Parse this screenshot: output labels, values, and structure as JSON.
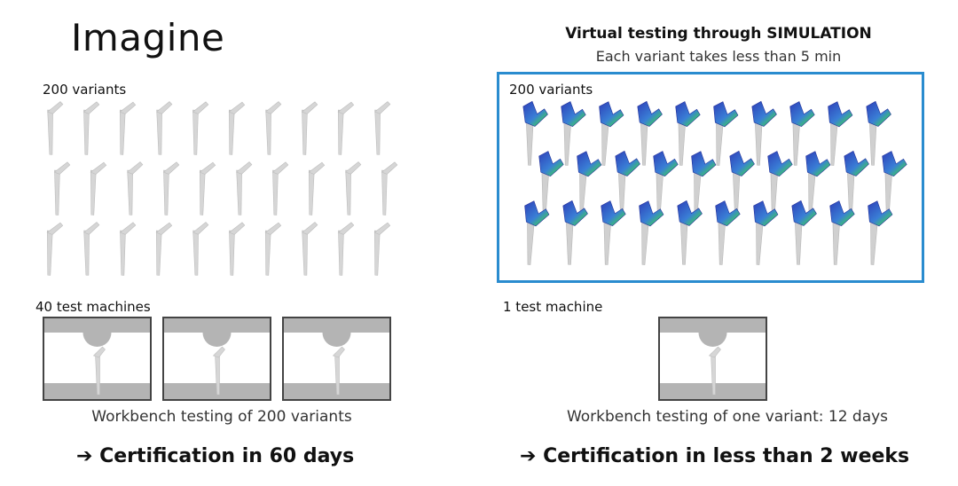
{
  "left": {
    "title": "Imagine",
    "variants_label": "200 variants",
    "machines_label": "40 test machines",
    "caption": "Workbench testing of 200 variants",
    "conclusion": "➔ Certification in 60 days",
    "implant_grid": {
      "rows": 3,
      "cols": 10
    },
    "machine_count_shown": 3
  },
  "right": {
    "title": "Virtual testing through SIMULATION",
    "subtitle": "Each variant takes less than 5 min",
    "variants_label": "200 variants",
    "machines_label": "1 test machine",
    "caption": "Workbench testing of one variant: 12 days",
    "conclusion": "➔ Certification in less than 2 weeks",
    "implant_grid": {
      "rows": 3,
      "cols": 10
    },
    "machine_count_shown": 1
  },
  "colors": {
    "box_border": "#2a8ccf",
    "implant_gray": "#d6d6d6",
    "sim_blue": "#2d3fb8",
    "sim_green": "#3cc46a",
    "machine_gray": "#b4b4b4"
  }
}
